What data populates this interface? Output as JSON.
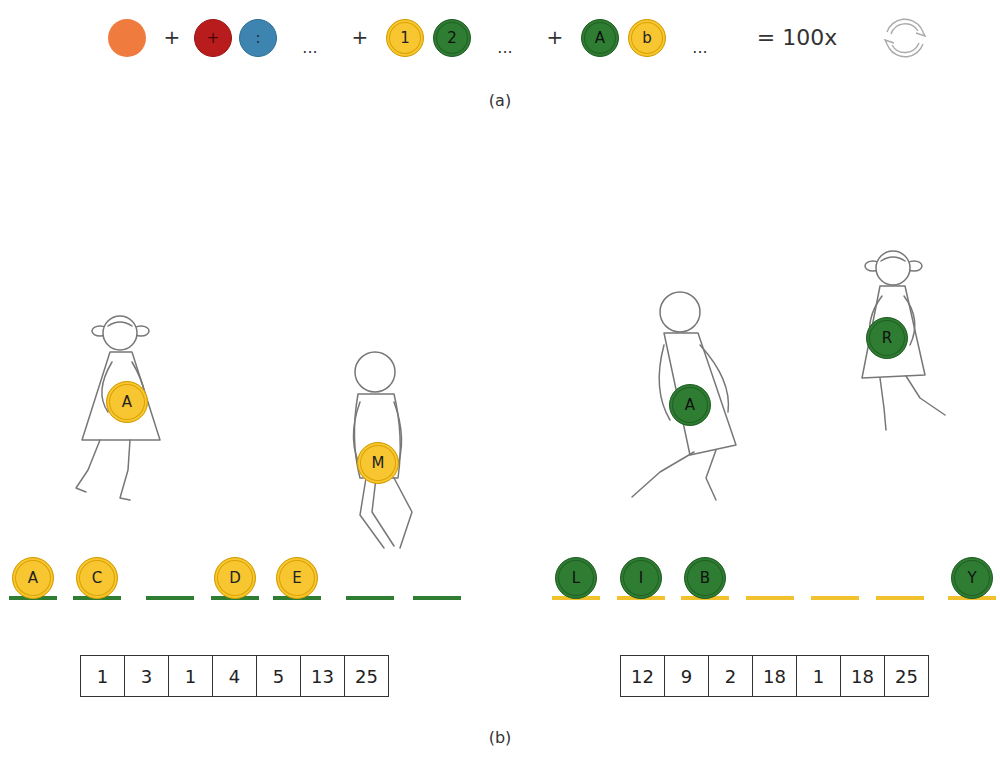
{
  "diagram": {
    "nodes": [
      {
        "text": [
          "+"
        ]
      },
      {
        "text": [
          ":"
        ]
      },
      {
        "text": [
          "1"
        ]
      },
      {
        "text": [
          "2"
        ]
      },
      {
        "text": [
          "A"
        ]
      },
      {
        "text": [
          "b"
        ]
      },
      {
        "text": [
          "A"
        ]
      },
      {
        "text": [
          "M"
        ]
      },
      {
        "text": [
          "A"
        ]
      },
      {
        "text": [
          "R"
        ]
      },
      {
        "text": [
          "A"
        ]
      },
      {
        "text": [
          "C"
        ]
      },
      {
        "text": [
          "D"
        ]
      },
      {
        "text": [
          "E"
        ]
      },
      {
        "text": [
          "L"
        ]
      },
      {
        "text": [
          "I"
        ]
      },
      {
        "text": [
          "B"
        ]
      },
      {
        "text": [
          "Y"
        ]
      }
    ],
    "labels": [
      "+",
      "...",
      "+",
      "...",
      "+",
      "...",
      "= 100x",
      "(a)",
      "1",
      "3",
      "1",
      "4",
      "5",
      "13",
      "25",
      "12",
      "9",
      "2",
      "18",
      "1",
      "18",
      "25",
      "(b)"
    ]
  }
}
